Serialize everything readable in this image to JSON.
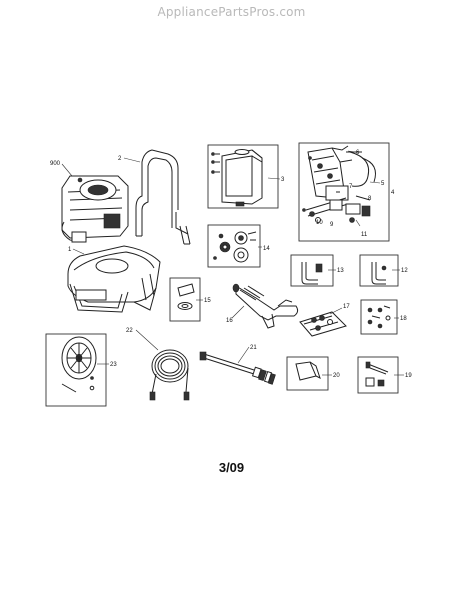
{
  "watermark": "AppliancePartsPros.com",
  "footer_label": "3/09",
  "callouts": {
    "c900": "900",
    "c1": "1",
    "c2": "2",
    "c3": "3",
    "c4": "4",
    "c5": "5",
    "c6": "6",
    "c7": "7",
    "c8": "8",
    "c9": "9",
    "c10": "10",
    "c11": "11",
    "c12": "12",
    "c13": "13",
    "c14": "14",
    "c15": "15",
    "c16": "16",
    "c17": "17",
    "c18": "18",
    "c19": "19",
    "c20": "20",
    "c21": "21",
    "c22": "22",
    "c23": "23"
  }
}
